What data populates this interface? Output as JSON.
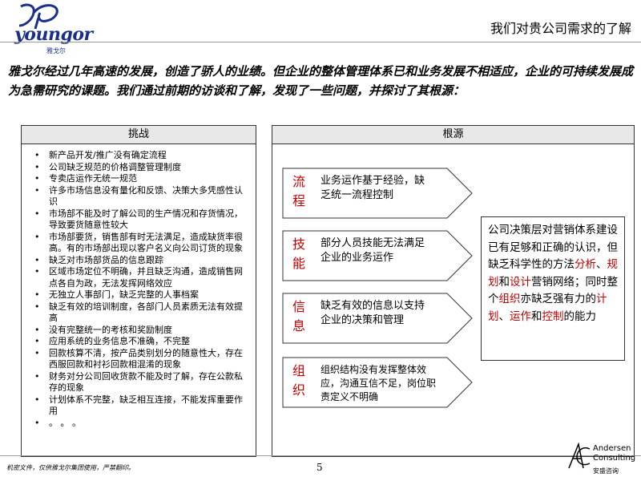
{
  "header": {
    "logo_text": "youngor",
    "logo_cn": "雅戈尔",
    "title": "我们对贵公司需求的了解"
  },
  "intro": "雅戈尔经过几年高速的发展，创造了骄人的业绩。但企业的整体管理体系已和业务发展不相适应，企业的可持续发展成为急需研究的课题。我们通过前期的访谈和了解，发现了一些问题，并探讨了其根源：",
  "challenges": {
    "title": "挑战",
    "items": [
      "新产品开发/推广没有确定流程",
      "公司缺乏规范的价格调整管理制度",
      "专卖店运作无统一规范",
      "许多市场信息没有量化和反馈、决策大多凭感性认识",
      "市场部不能及时了解公司的生产情况和存货情况，导致要货随意性较大",
      "市场部要货，销售部有时无法满足，造成缺货率很高。有的市场部出现以客户名义向公司订货的现象",
      "缺乏对市场部货品的信息跟踪",
      "区域市场定位不明确，并且缺乏沟通，造成销售网点各自为政，无法发挥网络效应",
      "无独立人事部门，缺乏完整的人事档案",
      "缺乏有效的培训制度，各部门人员素质无法有效提高",
      "没有完整统一的考核和奖励制度",
      "应用系统的业务信息不准确，不完整",
      "回款核算不清，按产品类别划分的随意性大，存在西服回款和衬衫回款相混淆的现象",
      "财务对分公司回收货款不能及时了解，存在公款私存的现象",
      "计划体系不完整，缺乏相互连接，不能发挥重要作用",
      "。 。 。"
    ]
  },
  "root_causes": {
    "title": "根源",
    "causes": [
      {
        "label": "流程",
        "text": "业务运作基于经验，缺乏统一流程控制"
      },
      {
        "label": "技能",
        "text": "部分人员技能无法满足企业的业务运作"
      },
      {
        "label": "信息",
        "text": "缺乏有效的信息以支持企业的决策和管理"
      },
      {
        "label": "组织",
        "text": "组织结构没有发挥整体效应，沟通互信不足，岗位职责定义不明确"
      }
    ],
    "conclusion": {
      "p1": "公司决策层对营销体系建设已有足够和正确的认识，但缺乏科学性的方法",
      "r1": "分析",
      "s1": "、",
      "r2": "规划",
      "s2": "和",
      "r3": "设计",
      "p2": "营销网络；同时整个",
      "r4": "组织",
      "p3": "亦缺乏强有力的",
      "r5": "计划",
      "s3": "、",
      "r6": "运作",
      "s4": "和",
      "r7": "控制",
      "p4": "的能力"
    }
  },
  "footer": {
    "confidential": "机密文件，仅供雅戈尔集团使用，严禁翻印。",
    "page_number": "5",
    "company_line1": "Andersen",
    "company_line2": "Consulting",
    "company_cn": "安盛咨询"
  },
  "colors": {
    "accent_red": "#c40000",
    "logo_blue": "#1a2f8a",
    "header_fill": "#e8e8e8"
  }
}
